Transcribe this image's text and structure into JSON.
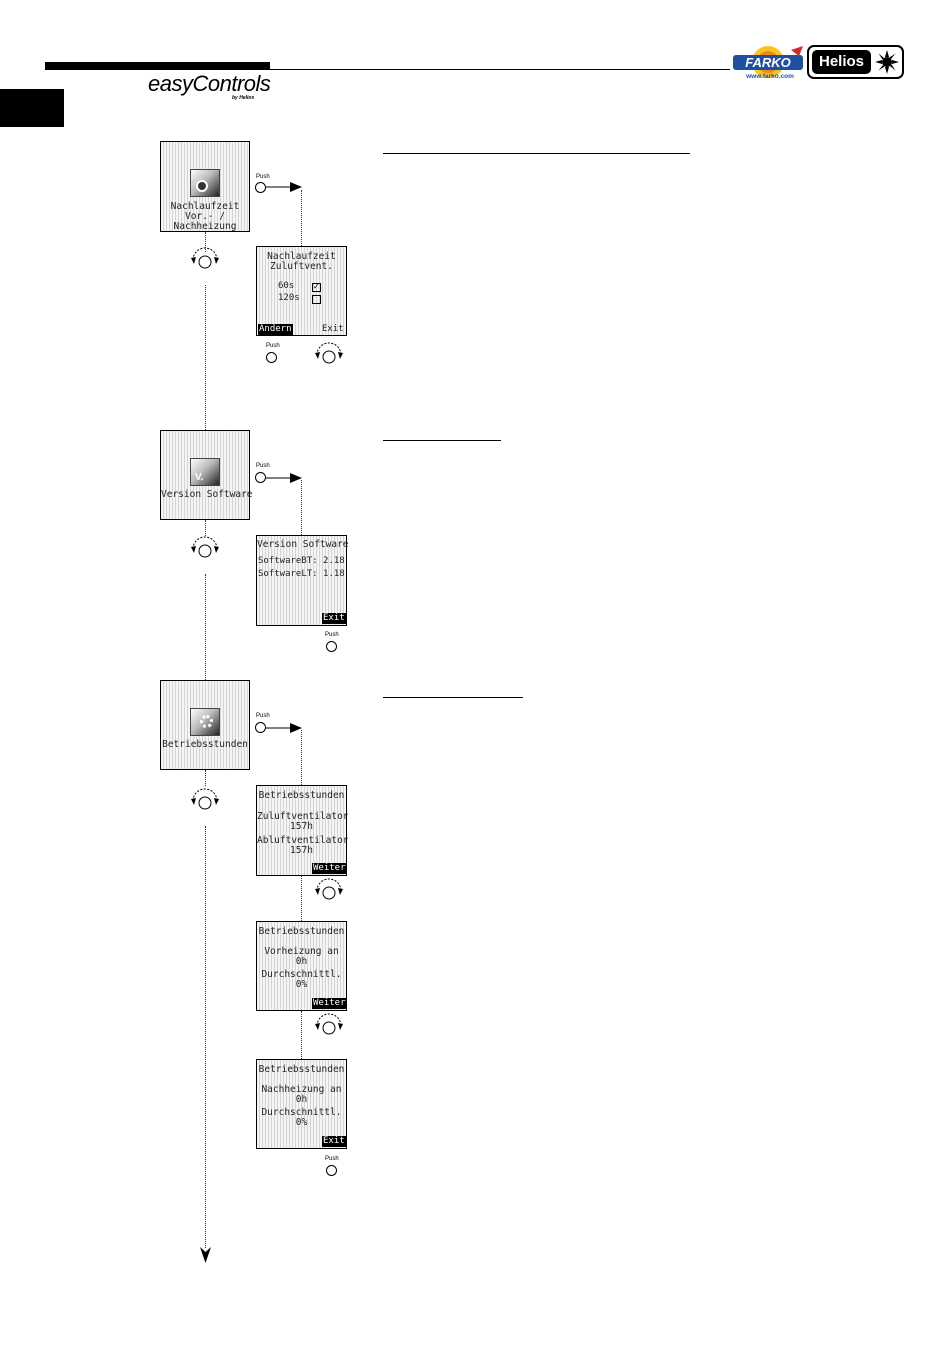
{
  "header": {
    "brand_script": "easyControls",
    "brand_sub": "by Helios",
    "farko_logo": "FARKO",
    "farko_url": "www.farko.com",
    "helios_logo": "Helios"
  },
  "labels": {
    "push": "Push"
  },
  "sections": [
    {
      "menu": {
        "line1": "Nachlaufzeit",
        "line2": "Vor.- /",
        "line3": "Nachheizung",
        "icon": "clock-fan-icon"
      },
      "screen": {
        "title1": "Nachlaufzeit",
        "title2": "Zuluftvent.",
        "opt1": "60s",
        "opt2": "120s",
        "btn_left": "Ändern",
        "btn_right": "Exit"
      }
    },
    {
      "menu": {
        "line1": "Version Software",
        "icon": "version-icon"
      },
      "screen": {
        "title": "Version Software",
        "line1": "SoftwareBT: 2.18",
        "line2": "SoftwareLT: 1.18",
        "btn": "Exit"
      }
    },
    {
      "menu": {
        "line1": "Betriebsstunden",
        "icon": "gears-icon"
      },
      "screens": [
        {
          "title": "Betriebsstunden",
          "l1": "Zuluftventilator",
          "l2": "157h",
          "l3": "Abluftventilator",
          "l4": "157h",
          "btn": "Weiter"
        },
        {
          "title": "Betriebsstunden",
          "l1": "Vorheizung an",
          "l2": "0h",
          "l3": "Durchschnittl.",
          "l4": "0%",
          "btn": "Weiter"
        },
        {
          "title": "Betriebsstunden",
          "l1": "Nachheizung an",
          "l2": "0h",
          "l3": "Durchschnittl.",
          "l4": "0%",
          "btn": "Exit"
        }
      ]
    }
  ]
}
